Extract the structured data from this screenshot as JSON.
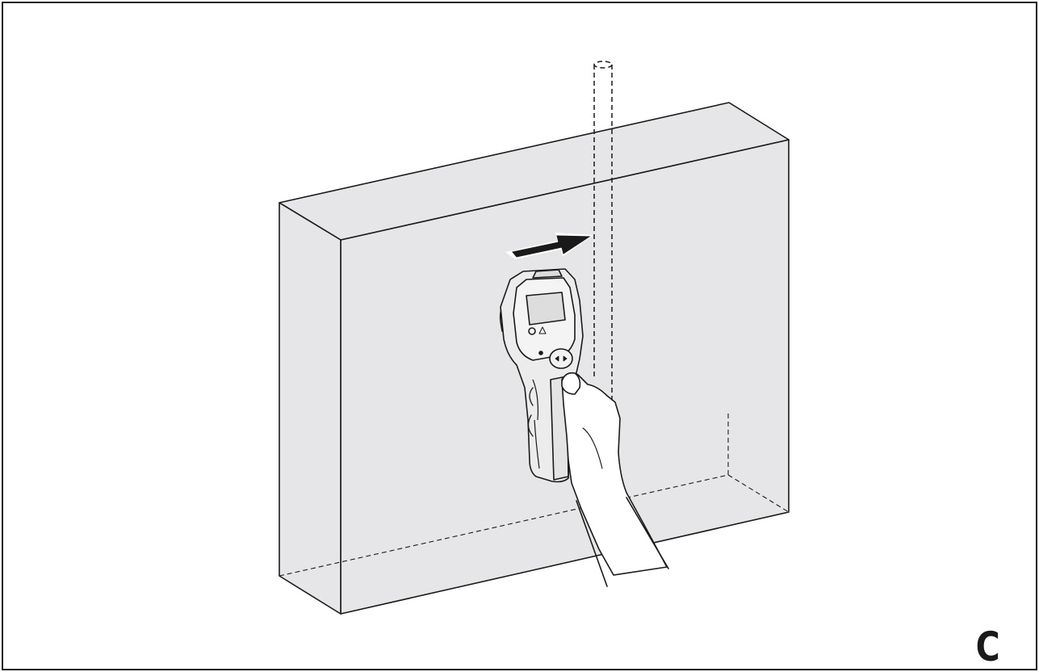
{
  "figure": {
    "panel_label": "C",
    "colors": {
      "stroke": "#1a1a1a",
      "wall_fill": "#e6e6e8",
      "tool_fill": "#ececec",
      "hand_fill": "#ffffff",
      "arrow_fill": "#1a1a1a"
    },
    "elements": {
      "wall": "wall-block",
      "hidden_stud": "hidden-stud",
      "tool": "stud-finder-tool",
      "hand": "hand",
      "direction_arrow": "scan-direction-arrow"
    }
  }
}
